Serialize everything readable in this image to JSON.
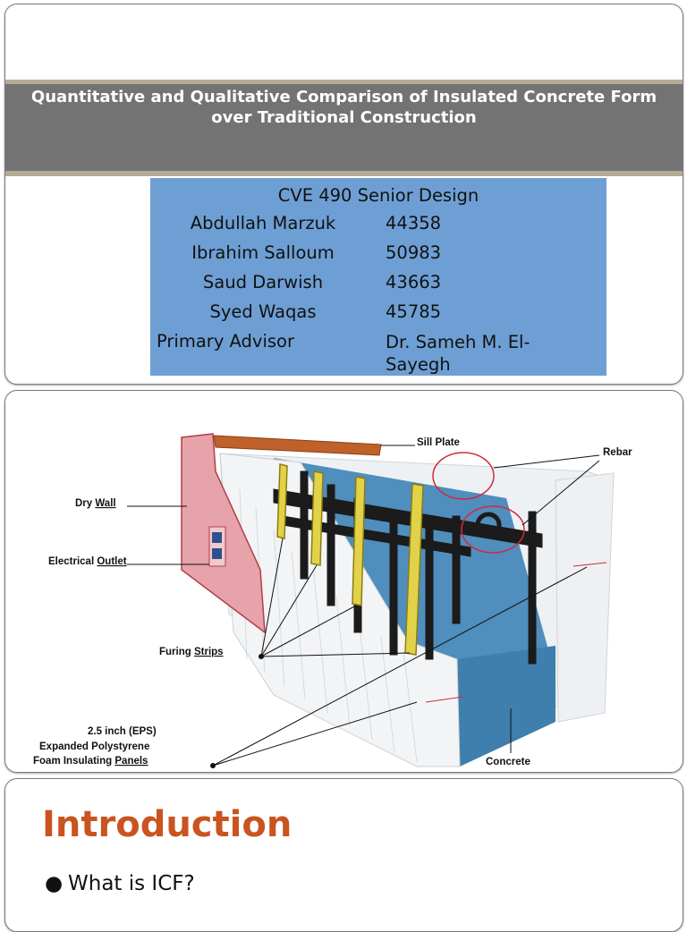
{
  "slide1": {
    "title": "Quantitative and Qualitative Comparison of Insulated Concrete Form over Traditional Construction",
    "course": "CVE 490 Senior Design",
    "members": [
      {
        "name": "Abdullah Marzuk",
        "id": "44358"
      },
      {
        "name": "Ibrahim Salloum",
        "id": "50983"
      },
      {
        "name": "Saud Darwish",
        "id": "43663"
      },
      {
        "name": "Syed Waqas",
        "id": "45785"
      }
    ],
    "advisor_label": "Primary Advisor",
    "advisor_name": "Dr. Sameh M. El-Sayegh",
    "colors": {
      "band": "#737373",
      "stripe": "#b5aa95",
      "box": "#6e9fd4"
    }
  },
  "slide2": {
    "labels": {
      "sill_plate": "Sill Plate",
      "rebar": "Rebar",
      "dry_wall_a": "Dry ",
      "dry_wall_b": "Wall",
      "electrical_a": "Electrical ",
      "electrical_b": "Outlet",
      "furing_a": "Furing ",
      "furing_b": "Strips",
      "eps_1": "2.5 inch (EPS)",
      "eps_2": "Expanded Polystyrene",
      "eps_3a": "Foam Insulating ",
      "eps_3b": "Panels",
      "concrete": "Concrete"
    },
    "colors": {
      "concrete": "#3f7fae",
      "foam": "#f1f3f5",
      "drywall": "#e6a3a9",
      "strip": "#e2d24a",
      "sill": "#c0602a"
    }
  },
  "slide3": {
    "heading": "Introduction",
    "bullets": [
      "What is ICF?"
    ]
  }
}
